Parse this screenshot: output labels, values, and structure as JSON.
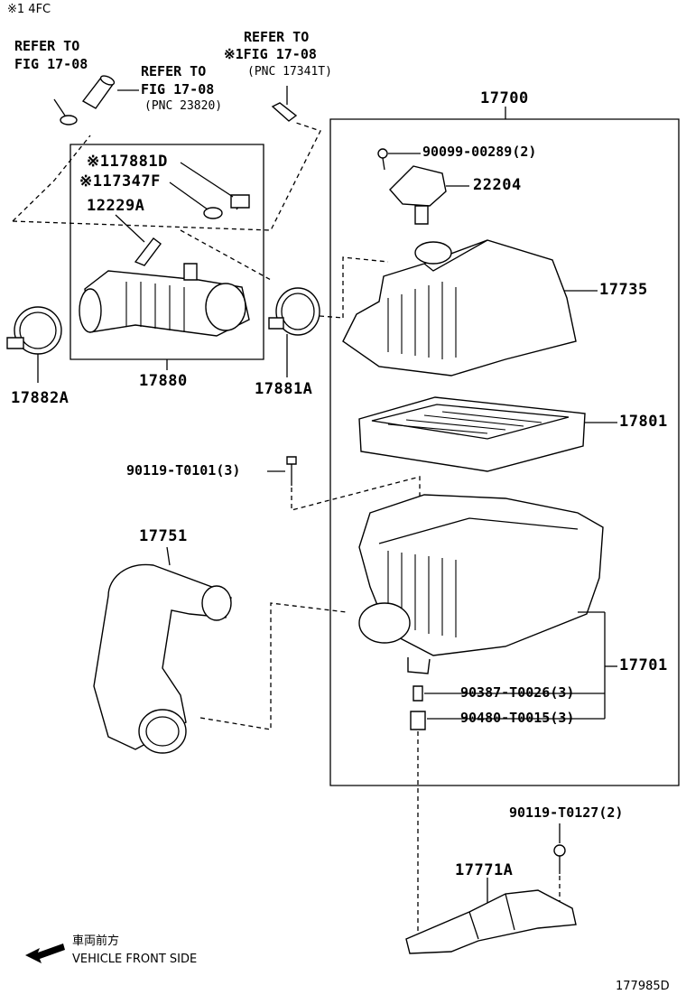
{
  "header_note": "※1 4FC",
  "footer_code": "177985D",
  "legend": {
    "jp": "車両前方",
    "en": "VEHICLE FRONT SIDE"
  },
  "refs": {
    "ref1": {
      "line1": "REFER TO",
      "line2": "FIG 17-08"
    },
    "ref2": {
      "line1": "REFER TO",
      "line2": "FIG 17-08",
      "line3": "(PNC 23820)"
    },
    "ref3": {
      "line1": "REFER TO",
      "line2": "※1FIG 17-08",
      "line3": "(PNC 17341T)"
    }
  },
  "parts": {
    "p17700": "17700",
    "p90099": "90099-00289(2)",
    "p22204": "22204",
    "p17735": "17735",
    "p17801": "17801",
    "p90119a": "90119-T0101(3)",
    "p17751": "17751",
    "p17701": "17701",
    "p90387": "90387-T0026(3)",
    "p90480": "90480-T0015(3)",
    "p90119b": "90119-T0127(2)",
    "p17771A": "17771A",
    "p17881D": "※117881D",
    "p17347F": "※117347F",
    "p12229A": "12229A",
    "p17880": "17880",
    "p17882A": "17882A",
    "p17881A": "17881A"
  }
}
